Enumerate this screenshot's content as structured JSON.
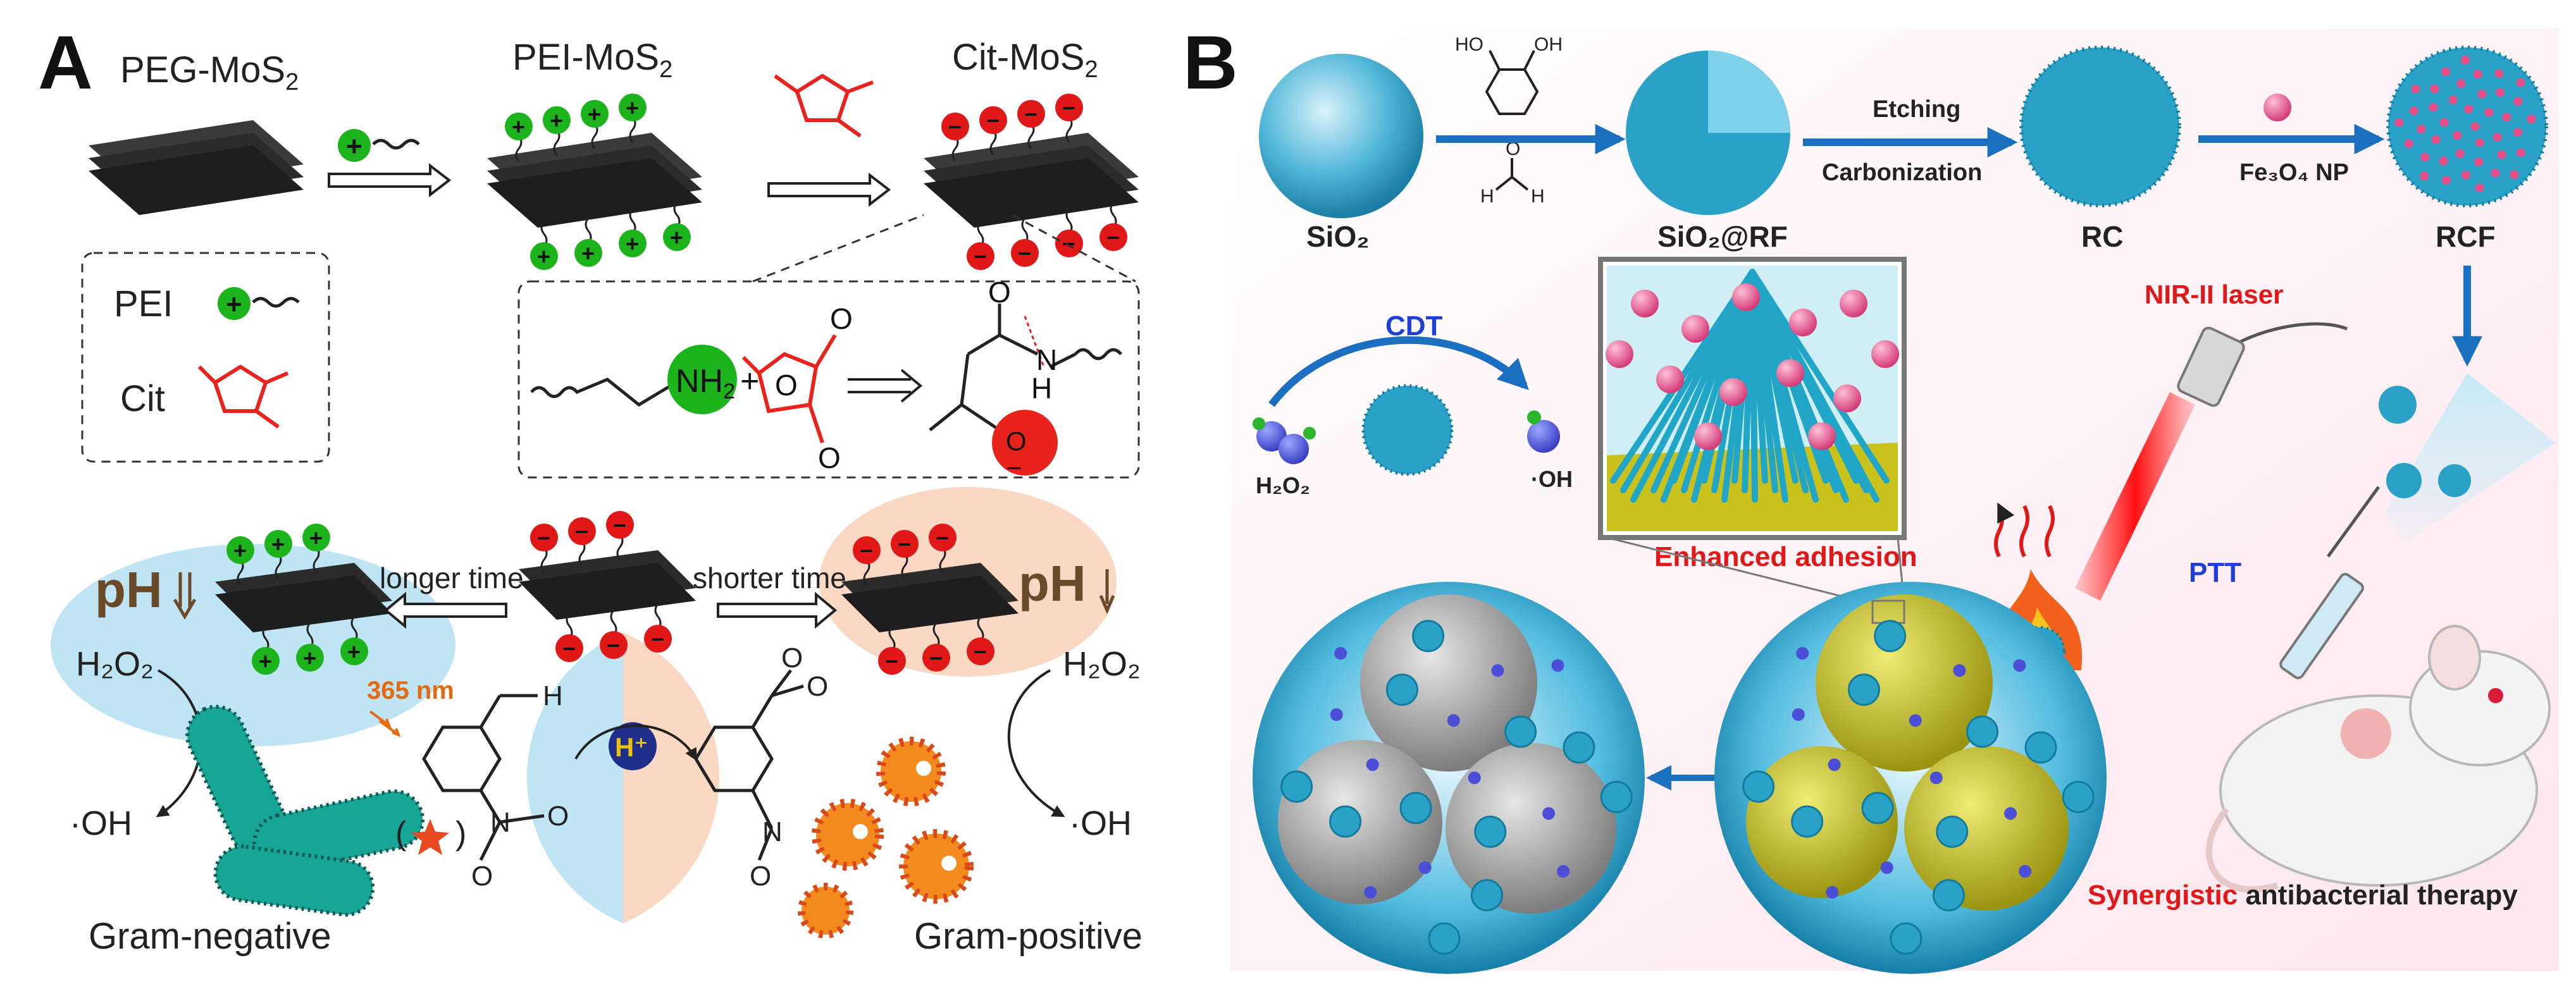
{
  "panelA": {
    "letter": "A",
    "peg_mos2": "PEG-MoS",
    "pei_mos2": "PEI-MoS",
    "cit_mos2": "Cit-MoS",
    "sub2": "2",
    "legend_pei": "PEI",
    "legend_cit": "Cit",
    "nh2_label": "NH",
    "nh2_sub": "2",
    "plus_sign": "+",
    "n_label": "N",
    "h_label": "H",
    "o_label": "O",
    "o_minus": "O",
    "minus_sign": "−",
    "ph": "pH",
    "longer_time": "longer time",
    "shorter_time": "shorter time",
    "h2o2": "H₂O₂",
    "oh": "·OH",
    "wavelength": "365 nm",
    "hplus": "H⁺",
    "paren_left": "(",
    "paren_right": ")",
    "gram_negative": "Gram-negative",
    "gram_positive": "Gram-positive"
  },
  "panelB": {
    "letter": "B",
    "sio2": "SiO₂",
    "sio2_rf": "SiO₂@RF",
    "rc": "RC",
    "rcf": "RCF",
    "etching": "Etching",
    "carbonization": "Carbonization",
    "fe3o4": "Fe₃O₄ NP",
    "ho": "HO",
    "oh_group": "OH",
    "h": "H",
    "o": "O",
    "cdt": "CDT",
    "h2o2": "H₂O₂",
    "oh_radical": "·OH",
    "nir_laser": "NIR-II laser",
    "enhanced_adhesion": "Enhanced adhesion",
    "ptt": "PTT",
    "synergistic": "Synergistic",
    "therapy": "antibacterial therapy"
  },
  "colors": {
    "positive": "#1db31d",
    "negative": "#e01818",
    "sheet": "#2b2b2b",
    "cit_red": "#e8231e",
    "blue_bg": "#bfe4f4",
    "peach_bg": "#fbd8c4",
    "arrow_blue": "#1a6fc0",
    "cyan_particle": "#2aa2c8",
    "pink_np": "#e8508a",
    "bacteria_yellow": "#c9c21d",
    "label_red": "#e01818",
    "label_blue": "#1e3fd6"
  }
}
